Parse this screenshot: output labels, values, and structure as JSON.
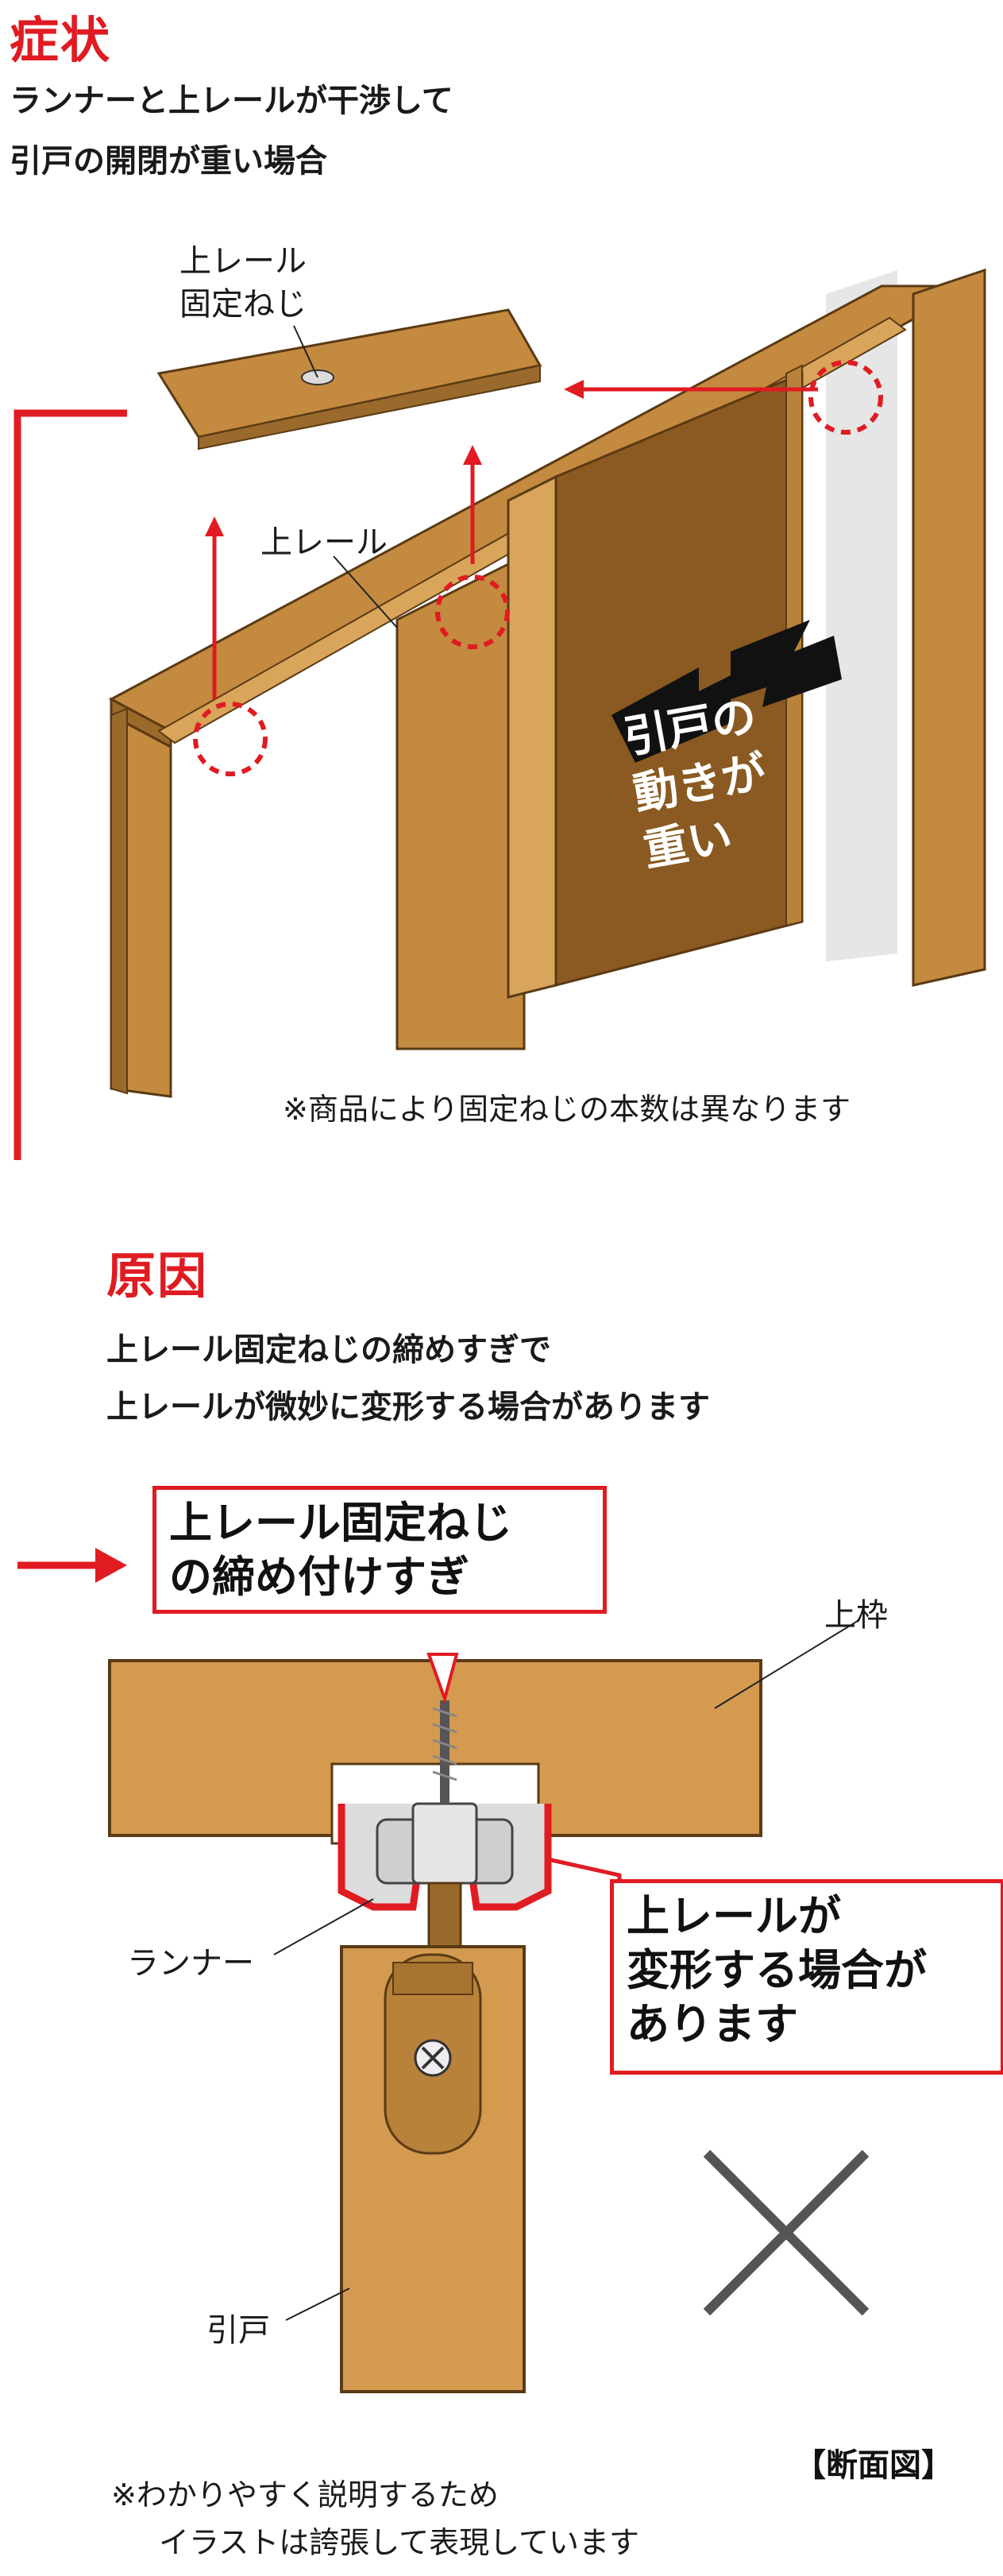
{
  "symptom": {
    "heading": "症状",
    "lines": [
      "ランナーと上レールが干渉して",
      "引戸の開閉が重い場合"
    ]
  },
  "diagram_top": {
    "label_rail_screw": [
      "上レール",
      "固定ねじ"
    ],
    "label_rail": "上レール",
    "door_motion_text": [
      "引戸の",
      "動きが",
      "重い"
    ],
    "note": "※商品により固定ねじの本数は異なります"
  },
  "cause": {
    "heading": "原因",
    "lines": [
      "上レール固定ねじの締めすぎで",
      "上レールが微妙に変形する場合があります"
    ]
  },
  "diagram_bottom": {
    "callout_screw": [
      "上レール固定ねじ",
      "の締め付けすぎ"
    ],
    "label_frame": "上枠",
    "label_runner": "ランナー",
    "label_door": "引戸",
    "callout_deform": [
      "上レールが",
      "変形する場合が",
      "あります"
    ],
    "section_label": "【断面図】"
  },
  "footnote": [
    "※わかりやすく説明するため",
    "イラストは誇張して表現しています"
  ],
  "colors": {
    "accent": "#e01b22",
    "wood": "#c48a3f",
    "wood_dark": "#9a6a2c",
    "rail": "#b8823a",
    "door": "#8a5a22"
  }
}
